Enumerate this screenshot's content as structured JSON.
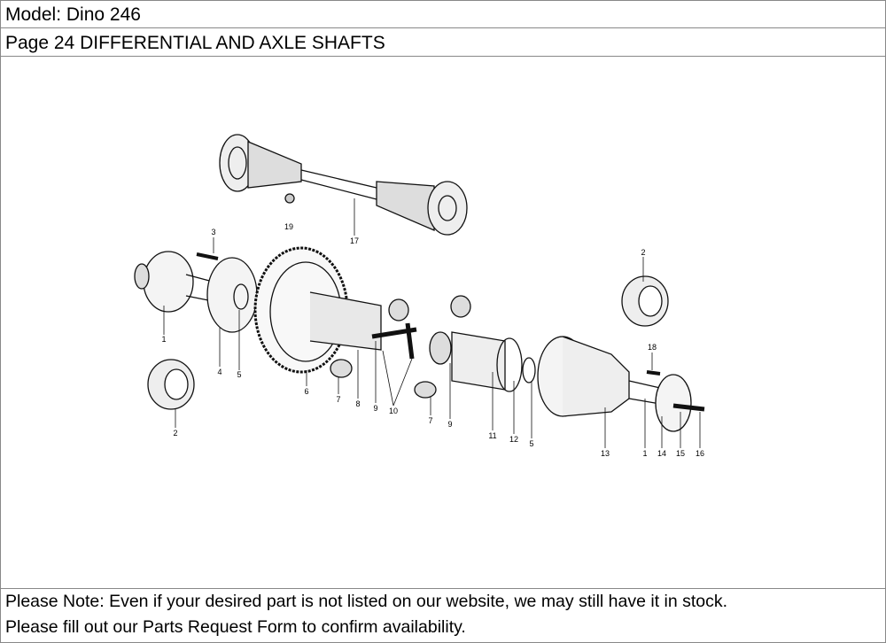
{
  "header": {
    "model": "Model: Dino 246",
    "page_title": "Page 24  DIFFERENTIAL AND AXLE SHAFTS"
  },
  "diagram": {
    "callouts": [
      "19",
      "17",
      "3",
      "2",
      "1",
      "4",
      "5",
      "6",
      "7",
      "8",
      "9",
      "10",
      "7",
      "9",
      "11",
      "12",
      "5",
      "13",
      "1",
      "14",
      "15",
      "16",
      "18",
      "2"
    ]
  },
  "footer": {
    "line1": "Please Note: Even if your desired part is not listed on our website, we may still have it in stock.",
    "line2": "Please fill out our Parts Request Form to confirm availability."
  }
}
